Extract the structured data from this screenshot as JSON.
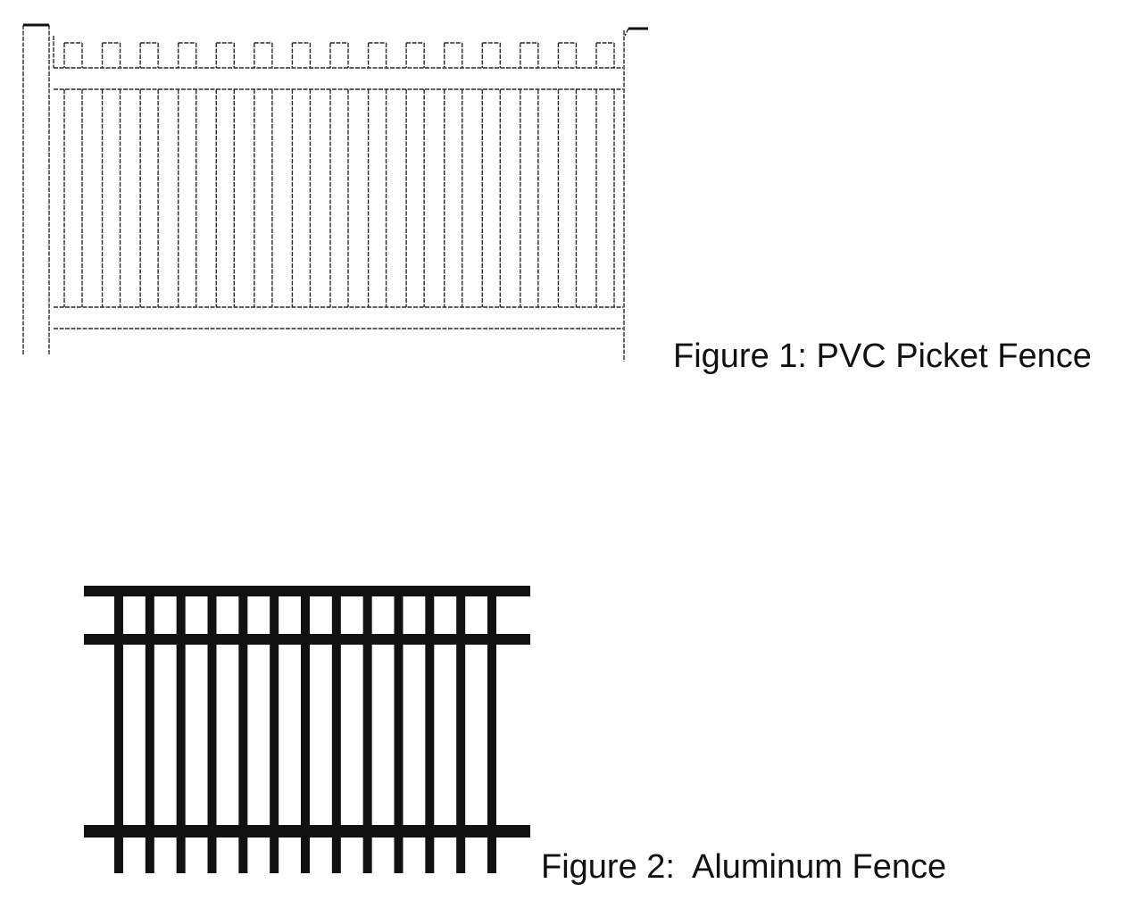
{
  "figures": [
    {
      "caption": "Figure 1: PVC Picket Fence",
      "picket_count": 15
    },
    {
      "caption": "Figure 2:  Aluminum Fence",
      "picket_count": 13
    }
  ],
  "colors": {
    "line": "#2a2a2a",
    "solid": "#111111",
    "background": "#ffffff"
  }
}
